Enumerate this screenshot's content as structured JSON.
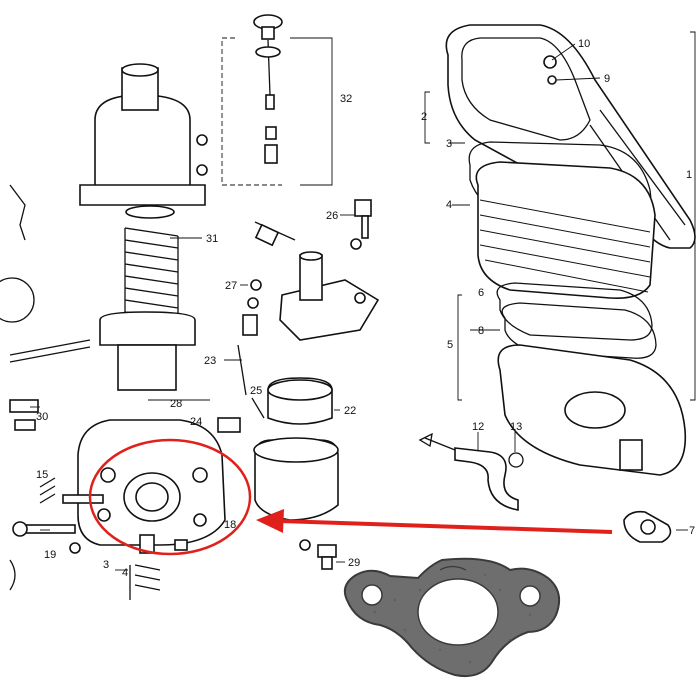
{
  "diagram": {
    "callouts": [
      {
        "id": "c1",
        "text": "1"
      },
      {
        "id": "c2",
        "text": "2"
      },
      {
        "id": "c3",
        "text": "3"
      },
      {
        "id": "c4",
        "text": "4"
      },
      {
        "id": "c5",
        "text": "5"
      },
      {
        "id": "c6",
        "text": "6"
      },
      {
        "id": "c7",
        "text": "7"
      },
      {
        "id": "c8",
        "text": "8"
      },
      {
        "id": "c9",
        "text": "9"
      },
      {
        "id": "c10",
        "text": "10"
      },
      {
        "id": "c12",
        "text": "12"
      },
      {
        "id": "c13",
        "text": "13"
      },
      {
        "id": "c15",
        "text": "15"
      },
      {
        "id": "c18",
        "text": "18"
      },
      {
        "id": "c19",
        "text": "19"
      },
      {
        "id": "c22",
        "text": "22"
      },
      {
        "id": "c23",
        "text": "23"
      },
      {
        "id": "c24",
        "text": "24"
      },
      {
        "id": "c25",
        "text": "25"
      },
      {
        "id": "c26",
        "text": "26"
      },
      {
        "id": "c27",
        "text": "27"
      },
      {
        "id": "c28",
        "text": "28"
      },
      {
        "id": "c29",
        "text": "29"
      },
      {
        "id": "c30",
        "text": "30"
      },
      {
        "id": "c31",
        "text": "31"
      },
      {
        "id": "c32",
        "text": "32"
      },
      {
        "id": "c3b",
        "text": "3"
      },
      {
        "id": "c4b",
        "text": "4"
      }
    ],
    "colors": {
      "line": "#111111",
      "highlight": "#e0201b",
      "gasket_fill": "#6e6e6e",
      "gasket_edge": "#3a3a3a",
      "background": "#ffffff"
    }
  }
}
